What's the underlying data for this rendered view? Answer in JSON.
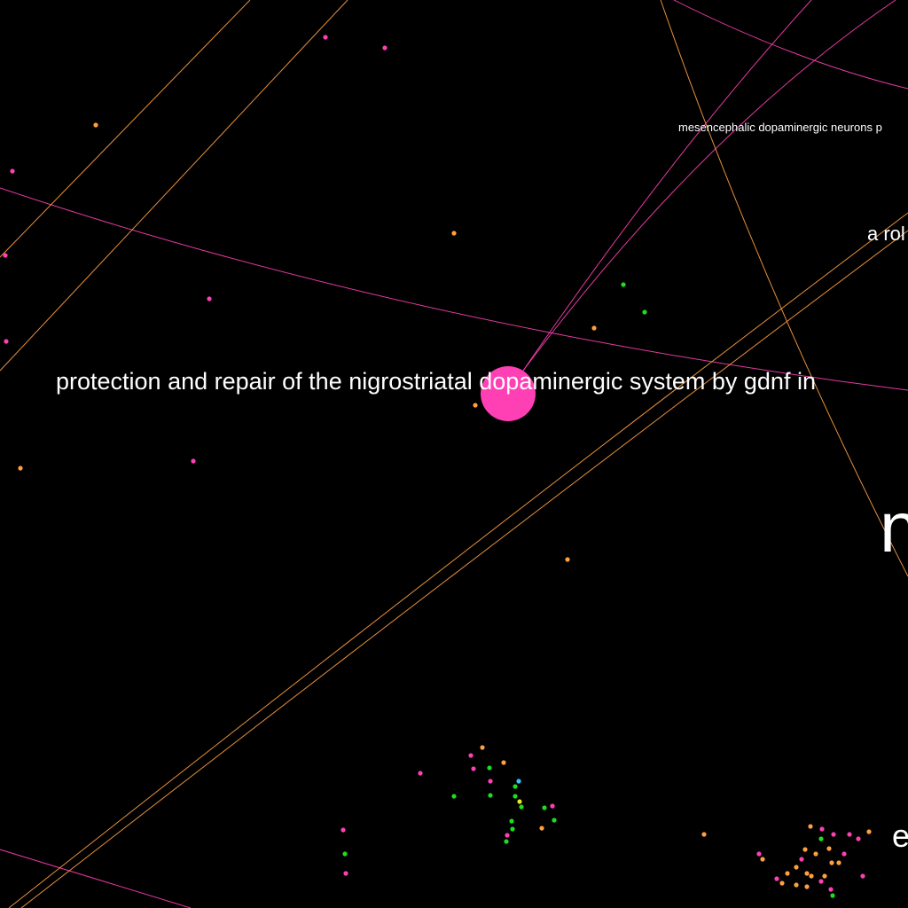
{
  "graph": {
    "background": "#000000",
    "colors": {
      "pink": "#ff3fb4",
      "orange": "#ffa040",
      "green": "#1adf1a",
      "cyan": "#30c8ff",
      "yellow": "#e6e62a",
      "label": "#ffffff"
    },
    "focus_node": {
      "label": "protection and repair of the nigrostriatal dopaminergic system by gdnf in",
      "color": "pink"
    },
    "labels": {
      "top_right": "mesencephalic dopaminergic neurons p",
      "right_mid": "a rol",
      "right_big": "n",
      "bottom_right": "e"
    }
  }
}
